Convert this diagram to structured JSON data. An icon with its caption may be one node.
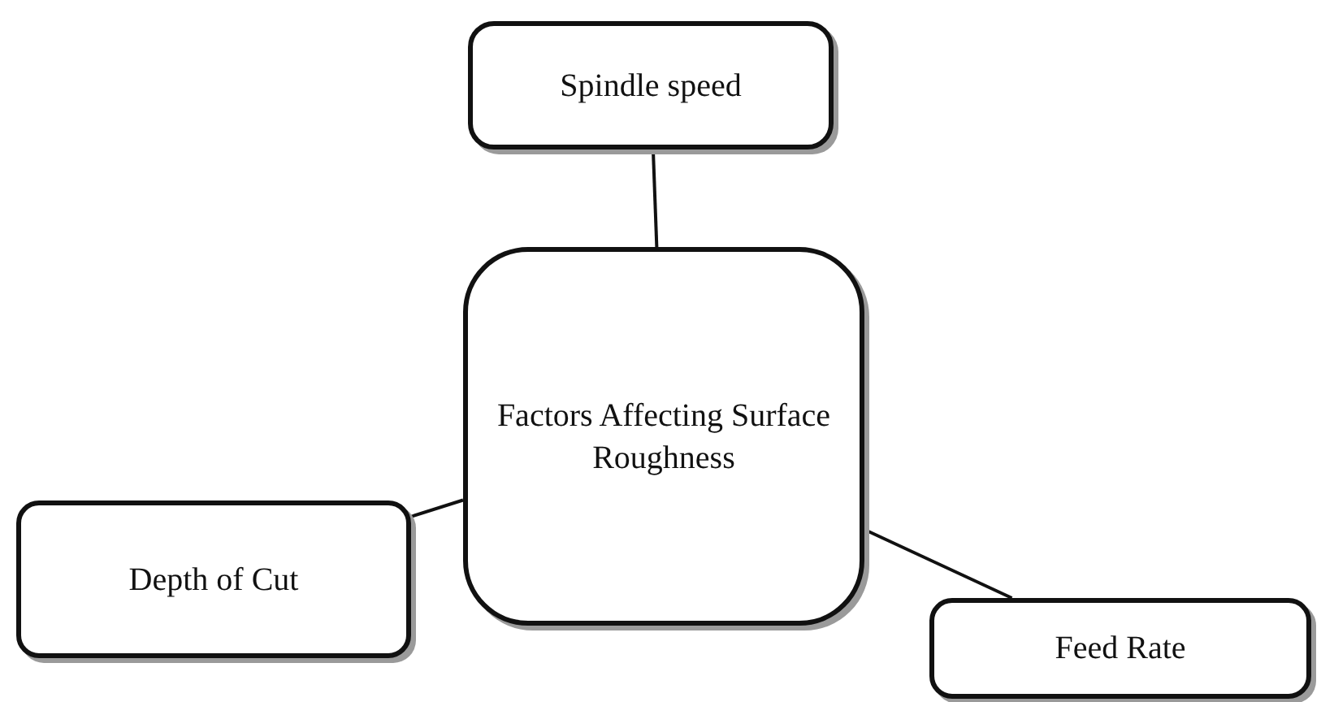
{
  "diagram": {
    "nodes": [
      {
        "text": [
          "Spindle speed"
        ]
      },
      {
        "text": [
          "Factors Affecting Surface Roughness"
        ]
      },
      {
        "text": [
          "Depth of Cut"
        ]
      },
      {
        "text": [
          "Feed Rate"
        ]
      }
    ],
    "edges": [
      {
        "from": 0,
        "to": 1,
        "arrow": "none"
      },
      {
        "from": 1,
        "to": 2,
        "arrow": "none"
      },
      {
        "from": 1,
        "to": 3,
        "arrow": "none"
      }
    ]
  }
}
